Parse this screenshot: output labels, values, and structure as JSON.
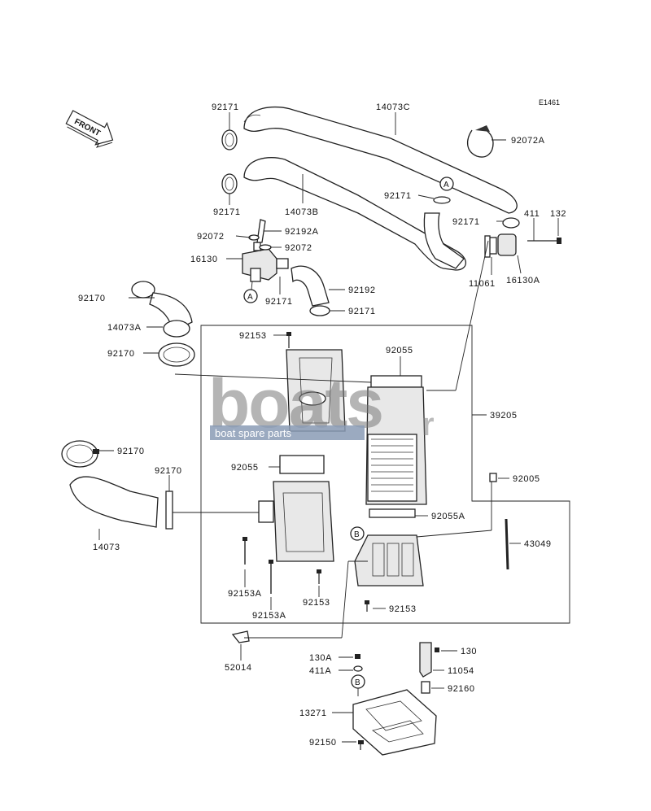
{
  "diagram_code": "E1461",
  "front_label": "FRONT",
  "watermark": {
    "brand": "boats",
    "suffix": "r",
    "tagline": "boat spare parts"
  },
  "callouts": {
    "A": "A",
    "B": "B"
  },
  "labels": {
    "l_92171_top": "92171",
    "l_14073C": "14073C",
    "l_92072A": "92072A",
    "l_92171_mid": "92171",
    "l_14073B": "14073B",
    "l_92171_a": "92171",
    "l_92171_r": "92171",
    "l_411": "411",
    "l_132": "132",
    "l_92072_l": "92072",
    "l_92192A": "92192A",
    "l_92072_r": "92072",
    "l_16130": "16130",
    "l_11061": "11061",
    "l_16130A": "16130A",
    "l_92171_low": "92171",
    "l_92192": "92192",
    "l_92170_top": "92170",
    "l_92171_clamp": "92171",
    "l_14073A": "14073A",
    "l_92153_top": "92153",
    "l_92055_top": "92055",
    "l_92170_mid": "92170",
    "l_39205": "39205",
    "l_92170_l": "92170",
    "l_92170_r": "92170",
    "l_92055_mid": "92055",
    "l_92005": "92005",
    "l_92055A": "92055A",
    "l_14073": "14073",
    "l_43049": "43049",
    "l_92153A_1": "92153A",
    "l_92153_low": "92153",
    "l_92153A_2": "92153A",
    "l_92153_b": "92153",
    "l_52014": "52014",
    "l_130A": "130A",
    "l_130": "130",
    "l_411A": "411A",
    "l_11054": "11054",
    "l_92160": "92160",
    "l_13271": "13271",
    "l_92150": "92150"
  }
}
